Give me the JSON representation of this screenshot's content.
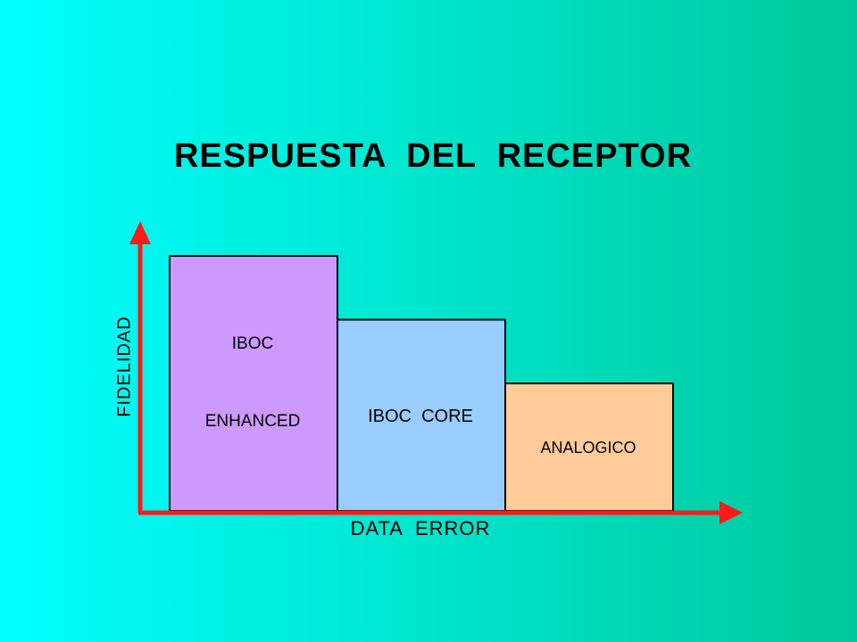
{
  "title": "RESPUESTA  DEL  RECEPTOR",
  "axes": {
    "y_label": "FIDELIDAD",
    "x_label": "DATA  ERROR",
    "color": "#ff1a1a"
  },
  "blocks": [
    {
      "label_lines": [
        "IBOC",
        "ENHANCED"
      ],
      "fill": "#cc99ff",
      "relative_level": 1.0
    },
    {
      "label_lines": [
        "IBOC  CORE"
      ],
      "fill": "#99ccff",
      "relative_level": 0.75
    },
    {
      "label_lines": [
        "ANALOGICO"
      ],
      "fill": "#ffcc99",
      "relative_level": 0.5
    }
  ]
}
